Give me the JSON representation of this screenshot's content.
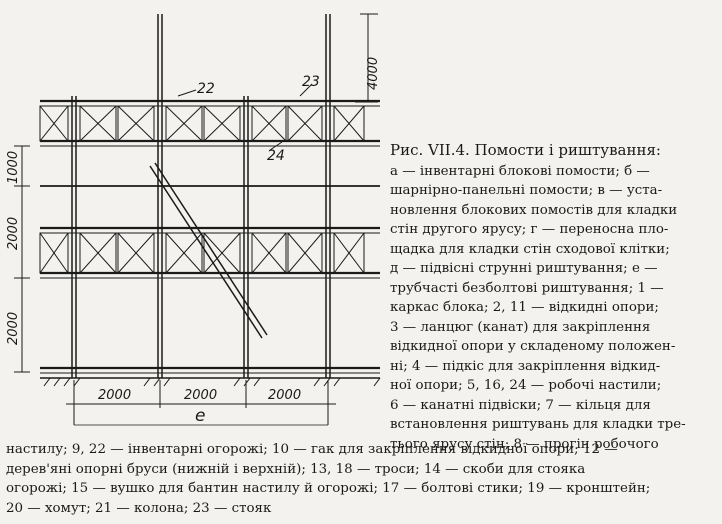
{
  "figure": {
    "dims_vertical": [
      "4000",
      "1000",
      "2000",
      "2000"
    ],
    "dims_horizontal": [
      "2000",
      "2000",
      "2000"
    ],
    "label_e": "е",
    "callouts": [
      "22",
      "23",
      "24"
    ]
  },
  "caption": {
    "title": "Рис. VII.4. Помости і риштування:",
    "lines": [
      "а — інвентарні блокові помости; б —",
      "шарнірно-панельні помости; в — уста-",
      "новлення блокових помостів для кладки",
      "стін другого ярусу; г — переносна пло-",
      "щадка для кладки стін сходової клітки;",
      "д — підвісні струнні риштування; е —",
      "трубчасті безболтові риштування; 1 —",
      "каркас блока; 2, 11 — відкидні опори;",
      "3 — ланцюг (канат) для закріплення",
      "відкидної опори у складеному положен-",
      "ні; 4 — підкіс для закріплення відкид-",
      "ної опори; 5, 16, 24 — робочі настили;",
      "6 — канатні підвіски; 7 — кільця для",
      "встановлення риштувань для кладки тре-",
      "тього ярусу стін; 8 — прогін робочого"
    ],
    "tail_lines": [
      "настилу; 9, 22 — інвентарні огорожі; 10 — гак для закріплення відкидної опори; 12 —",
      "дерев'яні опорні бруси (нижній і верхній); 13, 18 — троси; 14 — скоби для стояка",
      "огорожі; 15 — вушко для бантин настилу й огорожі; 17 — болтові стики; 19 — кронштейн;",
      "20 — хомут; 21 — колона; 23 — стояк"
    ]
  }
}
